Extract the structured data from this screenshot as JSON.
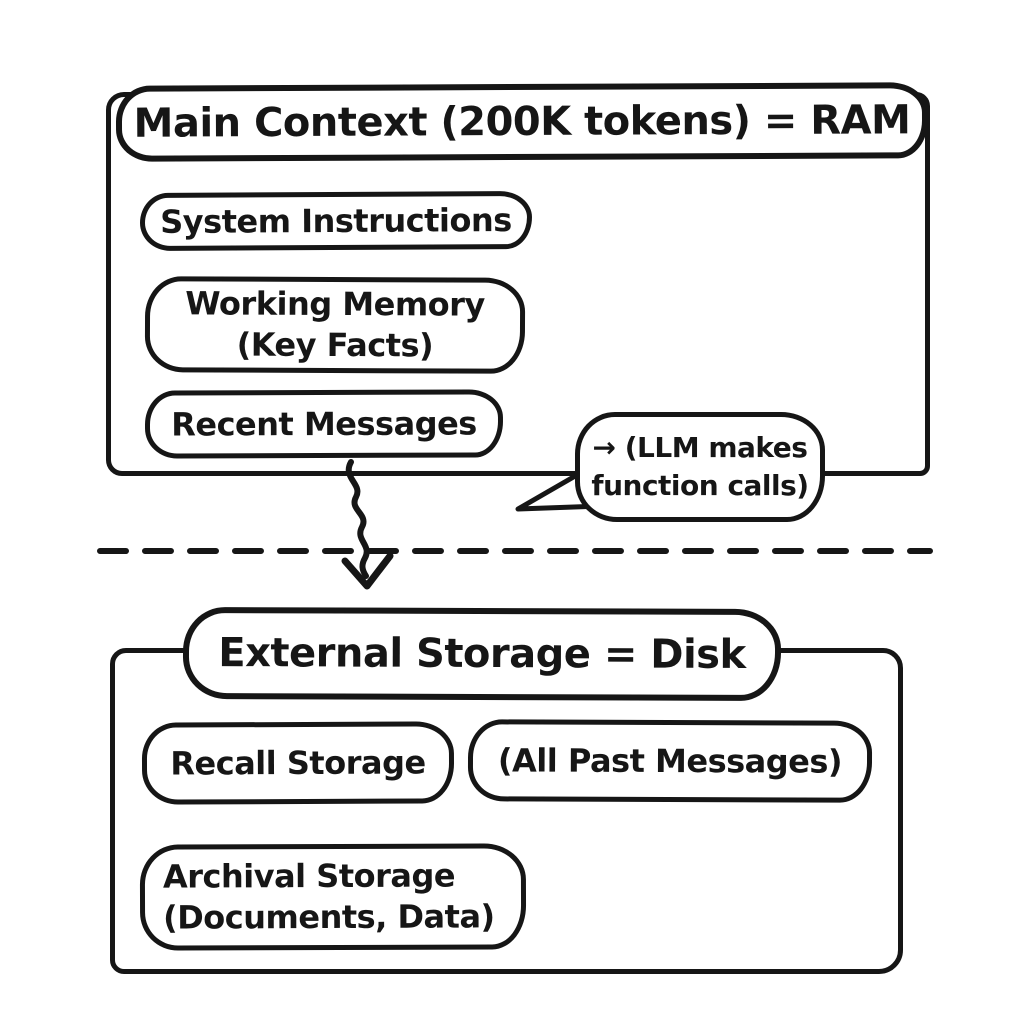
{
  "colors": {
    "ink": "#161616",
    "background": "#ffffff"
  },
  "main_context": {
    "title": "Main Context (200K tokens) = RAM",
    "system_instructions": "System Instructions",
    "working_memory_line1": "Working Memory",
    "working_memory_line2": "(Key Facts)",
    "recent_messages": "Recent Messages"
  },
  "annotation": {
    "line1": "→ (LLM makes",
    "line2": "function calls)"
  },
  "external_storage": {
    "title": "External Storage = Disk",
    "recall_storage": "Recall Storage",
    "all_past_messages": "(All Past Messages)",
    "archival_line1": "Archival Storage",
    "archival_line2": "(Documents, Data)"
  }
}
